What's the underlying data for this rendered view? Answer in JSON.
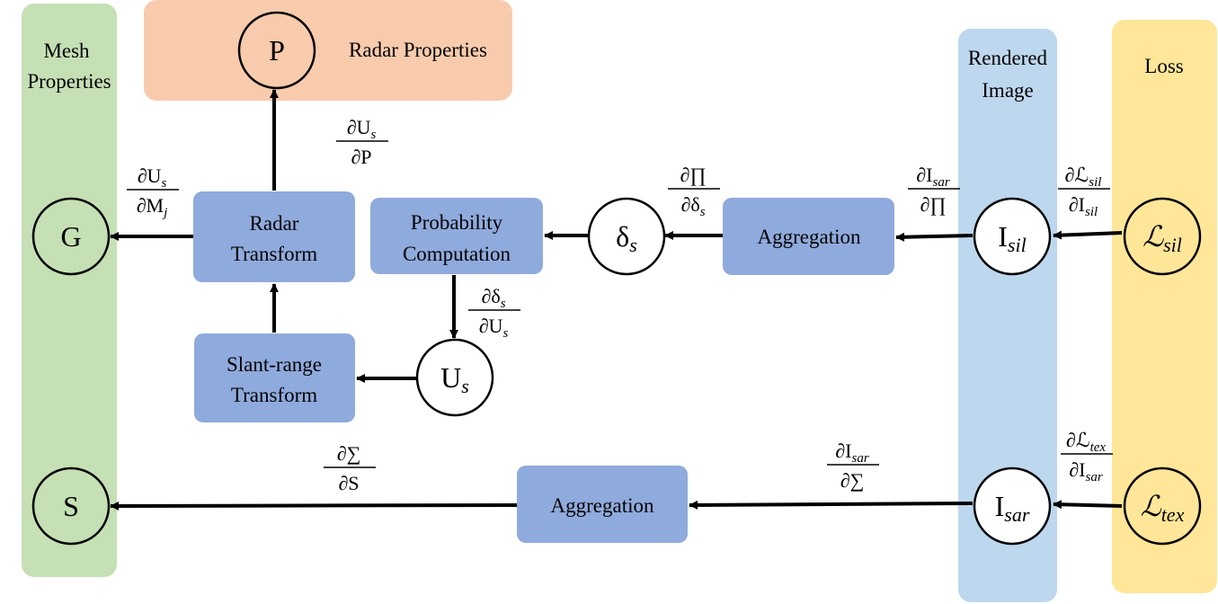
{
  "panels": {
    "mesh": "Mesh",
    "mesh2": "Properties",
    "radar": "Radar Properties",
    "rendered": "Rendered",
    "rendered2": "Image",
    "loss": "Loss"
  },
  "nodes": {
    "P": "P",
    "G": "G",
    "S": "S",
    "delta": "δ",
    "delta_sub": "s",
    "U": "U",
    "U_sub": "s",
    "Isil": "I",
    "Isil_sub": "sil",
    "Isar": "I",
    "Isar_sub": "sar",
    "Lsil": "ℒ",
    "Lsil_sub": "sil",
    "Ltex": "ℒ",
    "Ltex_sub": "tex"
  },
  "boxes": {
    "radar_transform_1": "Radar",
    "radar_transform_2": "Transform",
    "probability_1": "Probability",
    "probability_2": "Computation",
    "slant_1": "Slant-range",
    "slant_2": "Transform",
    "aggregation_top": "Aggregation",
    "aggregation_bottom": "Aggregation"
  },
  "gradients": {
    "dUs_dP": {
      "num": "∂U",
      "num_sub": "s",
      "den": "∂P",
      "den_sub": ""
    },
    "dUs_dMj": {
      "num": "∂U",
      "num_sub": "s",
      "den": "∂M",
      "den_sub": "j"
    },
    "dPi_ddelta": {
      "num": "∂∏",
      "num_sub": "",
      "den": "∂δ",
      "den_sub": "s"
    },
    "dIsar_dPi": {
      "num": "∂I",
      "num_sub": "sar",
      "den": "∂∏",
      "den_sub": ""
    },
    "dLsil_dIsil": {
      "num": "∂ℒ",
      "num_sub": "sil",
      "den": "∂I",
      "den_sub": "sil"
    },
    "ddelta_dUs": {
      "num": "∂δ",
      "num_sub": "s",
      "den": "∂U",
      "den_sub": "s"
    },
    "dSigma_dS": {
      "num": "∂∑",
      "num_sub": "",
      "den": "∂S",
      "den_sub": ""
    },
    "dIsar_dSigma": {
      "num": "∂I",
      "num_sub": "sar",
      "den": "∂∑",
      "den_sub": ""
    },
    "dLtex_dIsar": {
      "num": "∂ℒ",
      "num_sub": "tex",
      "den": "∂I",
      "den_sub": "sar"
    }
  },
  "colors": {
    "mesh_panel": "#c5e0b4",
    "radar_panel": "#f8cbad",
    "rendered_panel": "#bdd7ee",
    "loss_panel": "#ffe699",
    "box_fill": "#8faadc",
    "arrow": "#000000"
  }
}
